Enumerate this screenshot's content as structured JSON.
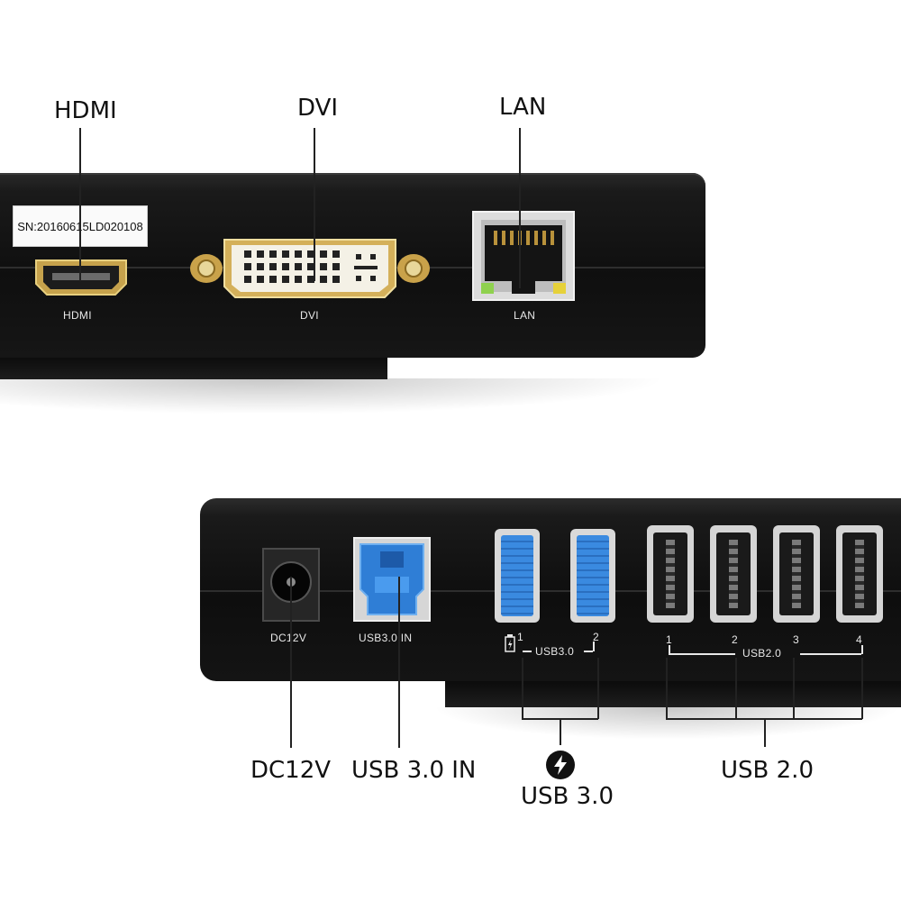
{
  "top_device": {
    "serial_label": "SN:20160615LD020108",
    "ports": {
      "hdmi": "HDMI",
      "dvi": "DVI",
      "lan": "LAN"
    }
  },
  "bottom_device": {
    "ports": {
      "dc": "DC12V",
      "usb3_in": "USB3.0 IN",
      "usb3_group": "USB3.0",
      "usb2_group": "USB2.0",
      "usb3_numbers": [
        "1",
        "2"
      ],
      "usb2_numbers": [
        "1",
        "2",
        "3",
        "4"
      ]
    }
  },
  "callouts": {
    "hdmi": "HDMI",
    "dvi": "DVI",
    "lan": "LAN",
    "dc12v": "DC12V",
    "usb3_in": "USB 3.0 IN",
    "usb3": "USB 3.0",
    "usb2": "USB 2.0"
  },
  "icons": {
    "charging_badge": "lightning-bolt-icon",
    "battery": "battery-icon"
  },
  "colors": {
    "device_body": "#111111",
    "usb3_blue": "#2f7ed6",
    "connector_gold": "#c9a24a",
    "lan_led_green": "#8fd14f",
    "lan_led_yellow": "#e6d13a"
  }
}
